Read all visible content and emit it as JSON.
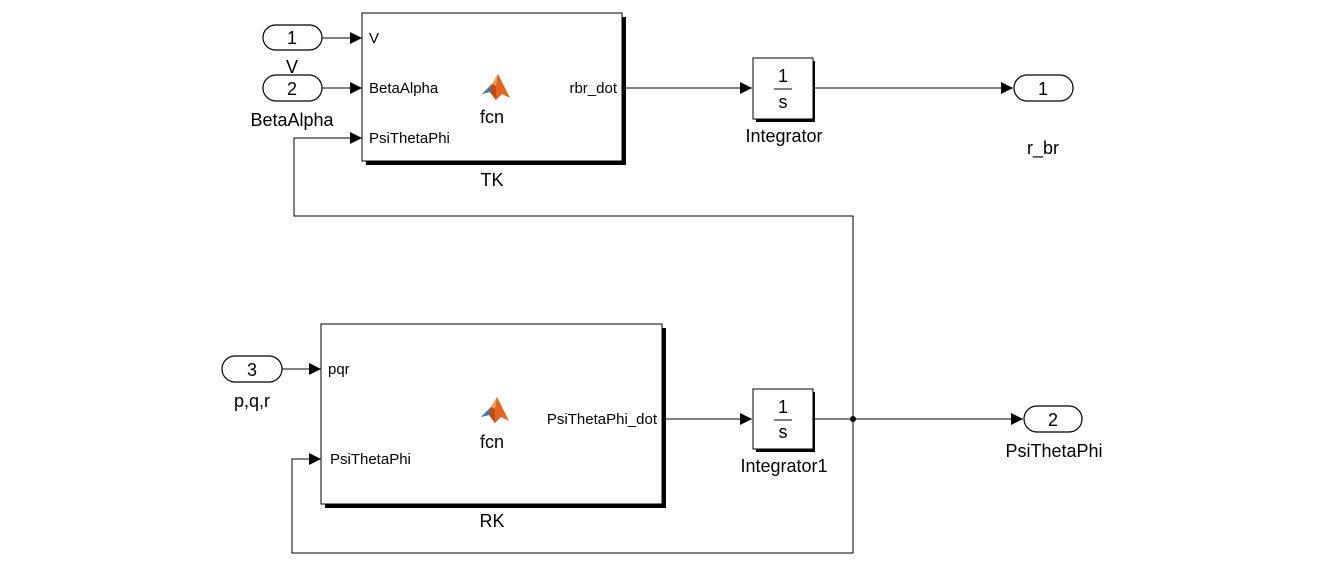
{
  "blocks": {
    "tk": {
      "name": "TK",
      "fcn_label": "fcn",
      "icon": "matlab-logo-icon",
      "inputs": [
        "V",
        "BetaAlpha",
        "PsiThetaPhi"
      ],
      "output": "rbr_dot"
    },
    "rk": {
      "name": "RK",
      "fcn_label": "fcn",
      "icon": "matlab-logo-icon",
      "inputs": [
        "pqr",
        "PsiThetaPhi"
      ],
      "output": "PsiThetaPhi_dot"
    },
    "integrator": {
      "name": "Integrator",
      "numerator": "1",
      "denominator": "s"
    },
    "integrator1": {
      "name": "Integrator1",
      "numerator": "1",
      "denominator": "s"
    }
  },
  "inports": [
    {
      "number": "1",
      "name": "V"
    },
    {
      "number": "2",
      "name": "BetaAlpha"
    },
    {
      "number": "3",
      "name": "p,q,r"
    }
  ],
  "outports": [
    {
      "number": "1",
      "name": "r_br"
    },
    {
      "number": "2",
      "name": "PsiThetaPhi"
    }
  ],
  "colors": {
    "line": "#000000",
    "background": "#ffffff",
    "logo_orange": "#e3651d",
    "logo_blue": "#2f7fc1"
  }
}
